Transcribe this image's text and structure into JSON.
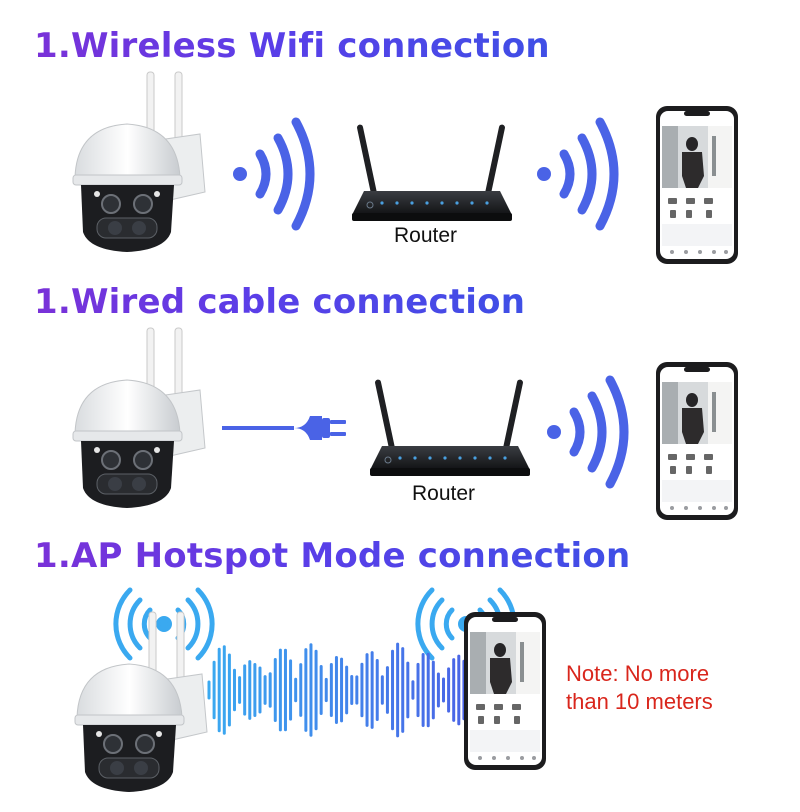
{
  "sections": [
    {
      "title": "1.Wireless Wifi connection",
      "router_label": "Router"
    },
    {
      "title": "1.Wired cable connection",
      "router_label": "Router"
    },
    {
      "title": "1.AP Hotspot Mode connection"
    }
  ],
  "note": {
    "line1": "Note: No more",
    "line2": "than 10 meters"
  },
  "phone_app_title": "smart camera",
  "colors": {
    "heading_start": "#7a31d8",
    "heading_end": "#3f4fe6",
    "signal": "#4a63e6",
    "hotspot": "#3aa9f0",
    "note": "#d9261c"
  },
  "icons": [
    "camera-icon",
    "wifi-signal-icon",
    "router-icon",
    "phone-icon",
    "plug-icon",
    "sound-wave-icon",
    "hotspot-icon"
  ]
}
